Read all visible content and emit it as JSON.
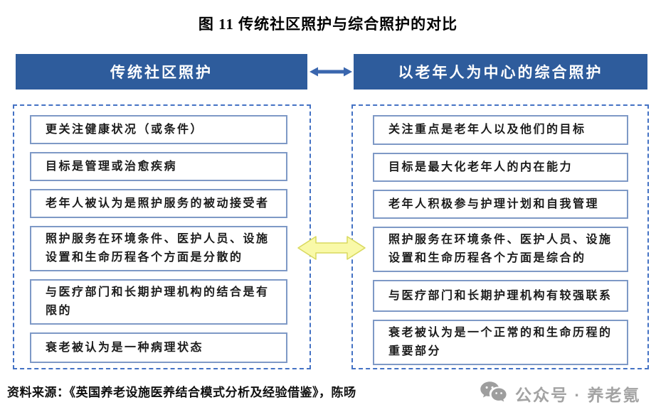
{
  "title": "图 11 传统社区照护与综合照护的对比",
  "left_column": {
    "header": "传统社区照护",
    "items": [
      "更关注健康状况（或条件）",
      "目标是管理或治愈疾病",
      "老年人被认为是照护服务的被动接受者",
      "照护服务在环境条件、医护人员、设施设置和生命历程各个方面是分散的",
      "与医疗部门和长期护理机构的结合是有限的",
      "衰老被认为是一种病理状态"
    ]
  },
  "right_column": {
    "header": "以老年人为中心的综合照护",
    "items": [
      "关注重点是老年人以及他们的目标",
      "目标是最大化老年人的内在能力",
      "老年人积极参与护理计划和自我管理",
      "照护服务在环境条件、医护人员、设施设置和生命历程各个方面是综合的",
      "与医疗部门和长期护理机构有较强联系",
      "衰老被认为是一个正常的和生命历程的重要部分"
    ]
  },
  "footer": {
    "source": "资料来源：《英国养老设施医养结合模式分析及经验借鉴》，陈旸",
    "watermark": "公众号 · 养老氪"
  },
  "icons": {
    "header_link_icon": "blue-double-arrow",
    "compare_icon": "yellow-double-arrow",
    "watermark_icon": "wechat-logo"
  },
  "colors": {
    "header_bg": "#2e5c9c",
    "header_text": "#ffffff",
    "panel_dashed_border": "#4472c4",
    "item_border": "#7e99c6",
    "item_text": "#1b1b1b",
    "blue_arrow": "#3a66ae",
    "yellow_arrow_fill": "#f9f9a8",
    "yellow_arrow_stroke": "#d9d95e",
    "watermark_gray": "#a3a3a3"
  }
}
